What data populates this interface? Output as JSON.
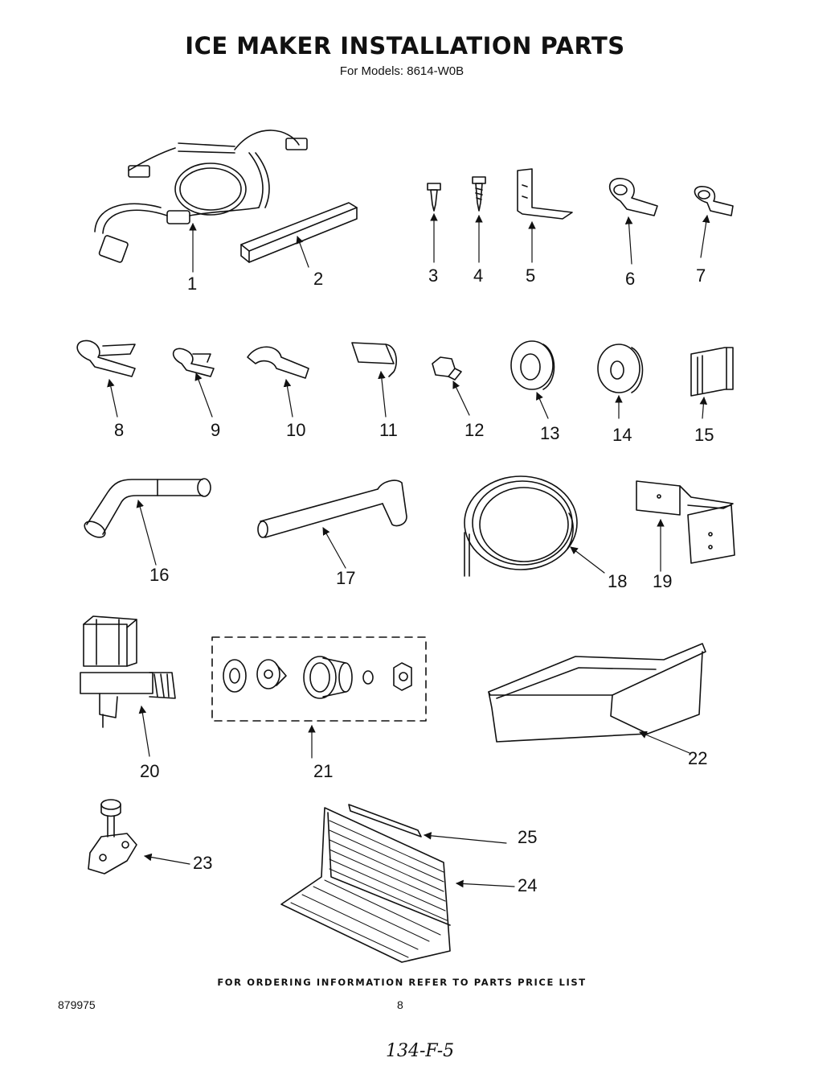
{
  "title": "ICE MAKER INSTALLATION PARTS",
  "subtitle": "For Models: 8614-W0B",
  "callouts": [
    "1",
    "2",
    "3",
    "4",
    "5",
    "6",
    "7",
    "8",
    "9",
    "10",
    "11",
    "12",
    "13",
    "14",
    "15",
    "16",
    "17",
    "18",
    "19",
    "20",
    "21",
    "22",
    "23",
    "24",
    "25"
  ],
  "footer": "FOR ORDERING INFORMATION REFER TO PARTS PRICE LIST",
  "doc_number": "879975",
  "page_number": "8",
  "handwritten_note": "134-F-5"
}
